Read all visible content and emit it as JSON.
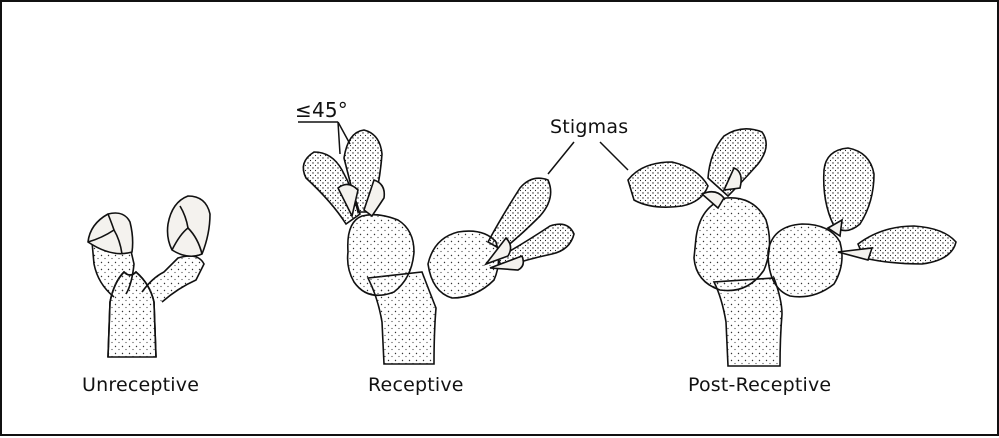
{
  "figure": {
    "angle_label": "≤45°",
    "stigmas_label": "Stigmas",
    "stages": [
      {
        "label": "Unreceptive"
      },
      {
        "label": "Receptive"
      },
      {
        "label": "Post-Receptive"
      }
    ]
  },
  "colors": {
    "ink": "#111111",
    "fill": "#f4f2ee",
    "background": "#ffffff"
  }
}
